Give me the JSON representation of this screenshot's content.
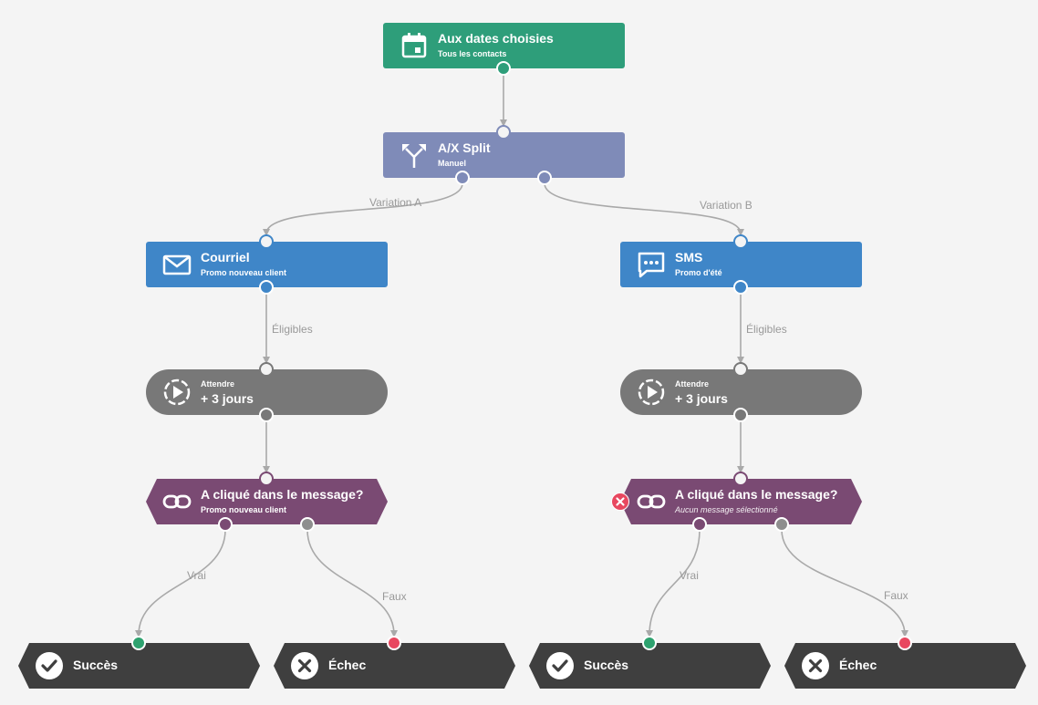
{
  "colors": {
    "trigger": "#2e9e7a",
    "split": "#7f8bb8",
    "message": "#3f86c8",
    "wait": "#787878",
    "condition": "#7a4a73",
    "end": "#3f3f3f",
    "success_port": "#2ea26f",
    "failure_port": "#e8475f",
    "wire": "#a9a9a9"
  },
  "trigger": {
    "title": "Aux dates choisies",
    "subtitle": "Tous les contacts",
    "icon": "calendar-icon"
  },
  "split": {
    "title": "A/X Split",
    "subtitle": "Manuel",
    "icon": "split-arrows-icon"
  },
  "branch_labels": {
    "a": "Variation A",
    "b": "Variation B"
  },
  "left": {
    "message": {
      "title": "Courriel",
      "subtitle": "Promo nouveau client",
      "icon": "envelope-icon"
    },
    "eligible_label": "Éligibles",
    "wait": {
      "caption": "Attendre",
      "value": "+ 3 jours",
      "icon": "play-timer-icon"
    },
    "condition": {
      "title": "A cliqué dans le message?",
      "subtitle": "Promo nouveau client",
      "icon": "link-icon"
    },
    "true_label": "Vrai",
    "false_label": "Faux",
    "success": {
      "title": "Succès",
      "icon": "check-icon"
    },
    "failure": {
      "title": "Échec",
      "icon": "close-icon"
    }
  },
  "right": {
    "message": {
      "title": "SMS",
      "subtitle": "Promo d'été",
      "icon": "sms-bubble-icon"
    },
    "eligible_label": "Éligibles",
    "wait": {
      "caption": "Attendre",
      "value": "+ 3 jours",
      "icon": "play-timer-icon"
    },
    "condition": {
      "title": "A cliqué dans le message?",
      "subtitle": "Aucun message sélectionné",
      "icon": "link-icon",
      "has_error": true
    },
    "true_label": "Vrai",
    "false_label": "Faux",
    "success": {
      "title": "Succès",
      "icon": "check-icon"
    },
    "failure": {
      "title": "Échec",
      "icon": "close-icon"
    }
  }
}
